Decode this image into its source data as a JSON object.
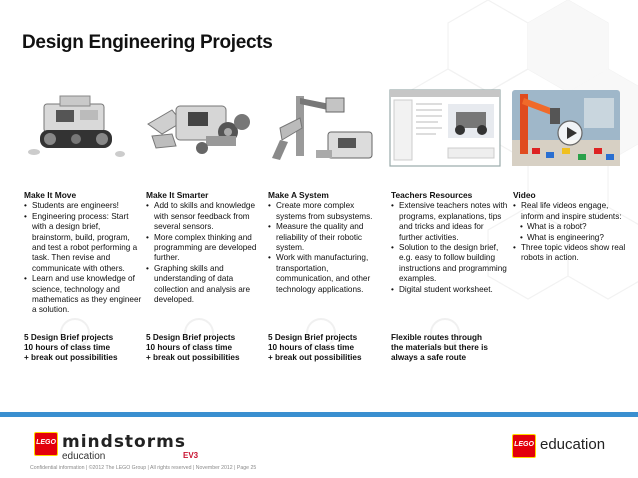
{
  "title": "Design Engineering Projects",
  "columns": [
    {
      "heading": "Make It Move",
      "bullets": [
        {
          "text": "Students are engineers!",
          "sub": false
        },
        {
          "text": "Engineering process: Start with a design brief, brainstorm, build, program, and test a robot performing a task. Then revise and communicate with others.",
          "sub": false
        },
        {
          "text": "Learn and use knowledge of science, technology and mathematics as they engineer a solution.",
          "sub": false
        }
      ],
      "footer": [
        "5 Design Brief projects",
        "10 hours of class time",
        "+ break out possibilities"
      ]
    },
    {
      "heading": "Make It Smarter",
      "bullets": [
        {
          "text": "Add to skills and knowledge with sensor feedback from several sensors.",
          "sub": false
        },
        {
          "text": "More complex thinking and programming are developed further.",
          "sub": false
        },
        {
          "text": "Graphing skills and understanding of data collection and analysis are developed.",
          "sub": false
        }
      ],
      "footer": [
        "5 Design Brief projects",
        "10 hours of class time",
        "+ break out possibilities"
      ]
    },
    {
      "heading": "Make A System",
      "bullets": [
        {
          "text": "Create more complex systems from subsystems.",
          "sub": false
        },
        {
          "text": "Measure the quality and reliability of their robotic system.",
          "sub": false
        },
        {
          "text": "Work with manufacturing, transportation, communication, and other technology applications.",
          "sub": false
        }
      ],
      "footer": [
        "5 Design Brief projects",
        "10 hours of class time",
        "+ break out possibilities"
      ]
    },
    {
      "heading": "Teachers Resources",
      "bullets": [
        {
          "text": "Extensive teachers notes with programs, explanations, tips and tricks and ideas for further activities.",
          "sub": false
        },
        {
          "text": "Solution to the design brief, e.g. easy to follow building instructions and programming examples.",
          "sub": false
        },
        {
          "text": "Digital student worksheet.",
          "sub": false
        }
      ],
      "footer": [
        "Flexible routes through",
        "the materials but there is",
        "always a safe route"
      ]
    },
    {
      "heading": "Video",
      "bullets": [
        {
          "text": "Real life videos engage, inform and inspire students:",
          "sub": false
        },
        {
          "text": "What is a robot?",
          "sub": true
        },
        {
          "text": "What is engineering?",
          "sub": true
        },
        {
          "text": "Three topic videos show real robots in action.",
          "sub": false
        }
      ],
      "footer": []
    }
  ],
  "brand": {
    "lego_left": "LEGO",
    "mindstorms": "mindstorms",
    "education_left": "education",
    "ev3": "EV3",
    "lego_right": "LEGO",
    "education_right": "education"
  },
  "confidential": "Confidential information | ©2012 The LEGO Group | All rights reserved | November 2012 | Page  25",
  "colors": {
    "accent_blue": "#3a8fd0",
    "lego_red": "#e3000b",
    "lego_yellow": "#ffd500"
  }
}
